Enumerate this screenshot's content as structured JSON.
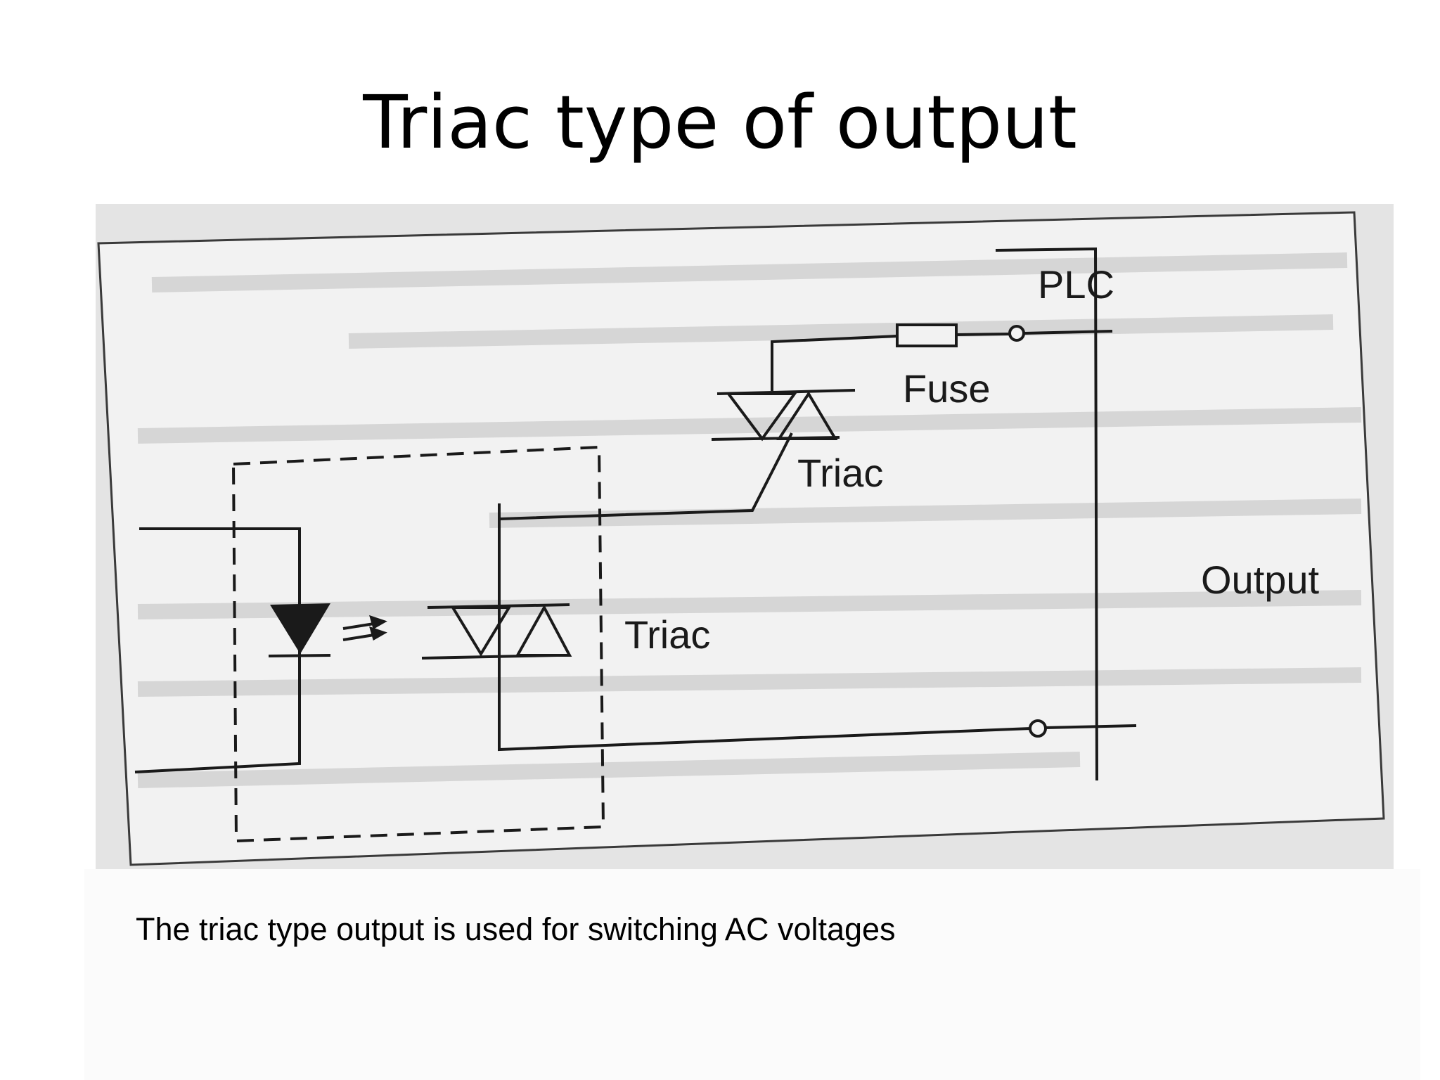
{
  "slide": {
    "title": "Triac type of output",
    "caption": "The triac type output is used for switching AC voltages"
  },
  "diagram": {
    "labels": {
      "plc": "PLC",
      "fuse": "Fuse",
      "triac_output": "Triac",
      "triac_internal": "Triac",
      "output": "Output"
    },
    "colors": {
      "background": "#ffffff",
      "photo_background": "#e6e6e6",
      "paper": "#f2f2f2",
      "ink": "#1a1a1a"
    }
  }
}
